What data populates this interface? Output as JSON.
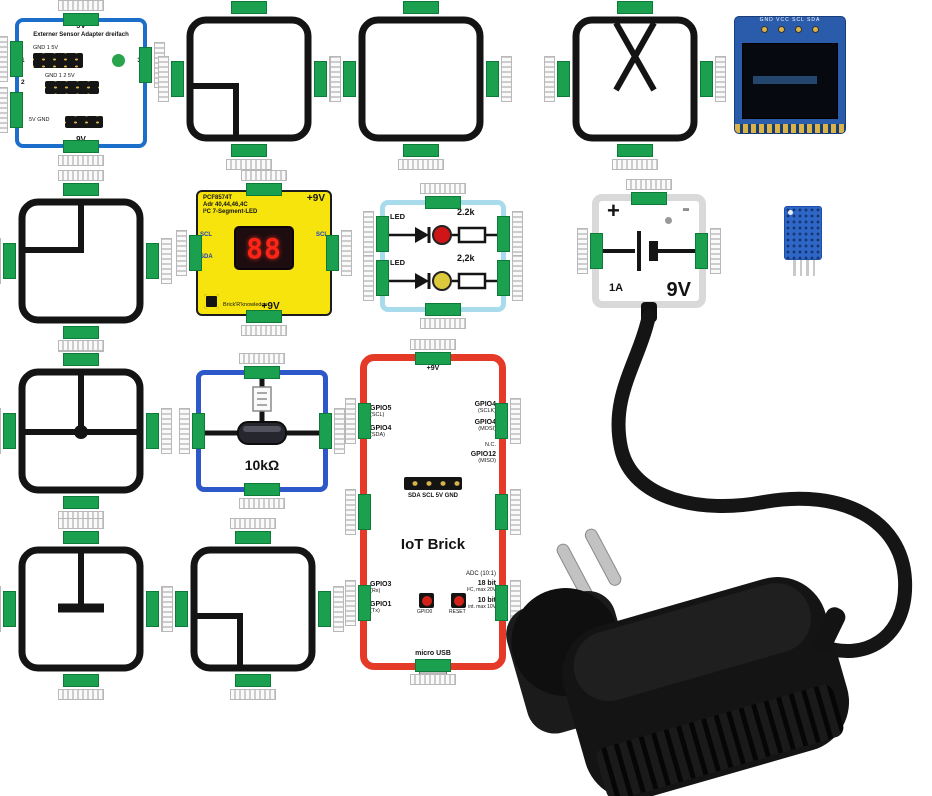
{
  "sensor_adapter": {
    "top": "9V",
    "title": "Externer Sensor Adapter dreifach",
    "pins1": "GND 1 5V",
    "n1": "1",
    "n2": "2",
    "n3": "3",
    "pins2": "GND 1 2 5V",
    "pins3": "5V GND",
    "bottom": "9V"
  },
  "seven_segment": {
    "chip": "PCF8574T",
    "addr": "Adr 40,44,46,4C",
    "name": "I²C 7-Segment-LED",
    "power_top": "+9V",
    "scl_left": "SCL",
    "sda_left": "SDA",
    "scl_right": "SCL",
    "digits": "88",
    "brand": "Brick'R'knowledge",
    "power_bottom": "+9V"
  },
  "led_brick": {
    "led1": "LED",
    "r1": "2.2k",
    "led2": "LED",
    "r2": "2,2k"
  },
  "power_brick": {
    "plus": "+",
    "minus": "-",
    "amp": "1A",
    "volt": "9V"
  },
  "resistor_brick": {
    "value": "10kΩ"
  },
  "iot_brick": {
    "top": "+9V",
    "gpio5": "GPIO5",
    "scl": "(SCL)",
    "gpio4a": "GPIO4",
    "sda": "(SDA)",
    "gpio4b": "GPIO4",
    "sclk": "(SCLK)",
    "gpio4c": "GPIO4",
    "mosi": "(MOSI)",
    "nc": "N.C.",
    "gpio12": "GPIO12",
    "miso": "(MISO)",
    "header": "SDA SCL 5V GND",
    "title": "IoT Brick",
    "gpio3": "GPIO3",
    "rx": "(Rx)",
    "gpio1": "GPIO1",
    "tx": "(Tx)",
    "btn1": "GPIO0",
    "btn2": "RESET",
    "adc": "ADC (10:1)",
    "b18": "18 bit",
    "i2c": "I²C, max 20V",
    "b10": "10 bit",
    "int10": "int. max 10V",
    "usb": "micro USB"
  },
  "oled": {
    "pins": "GND VCC SCL SDA"
  }
}
